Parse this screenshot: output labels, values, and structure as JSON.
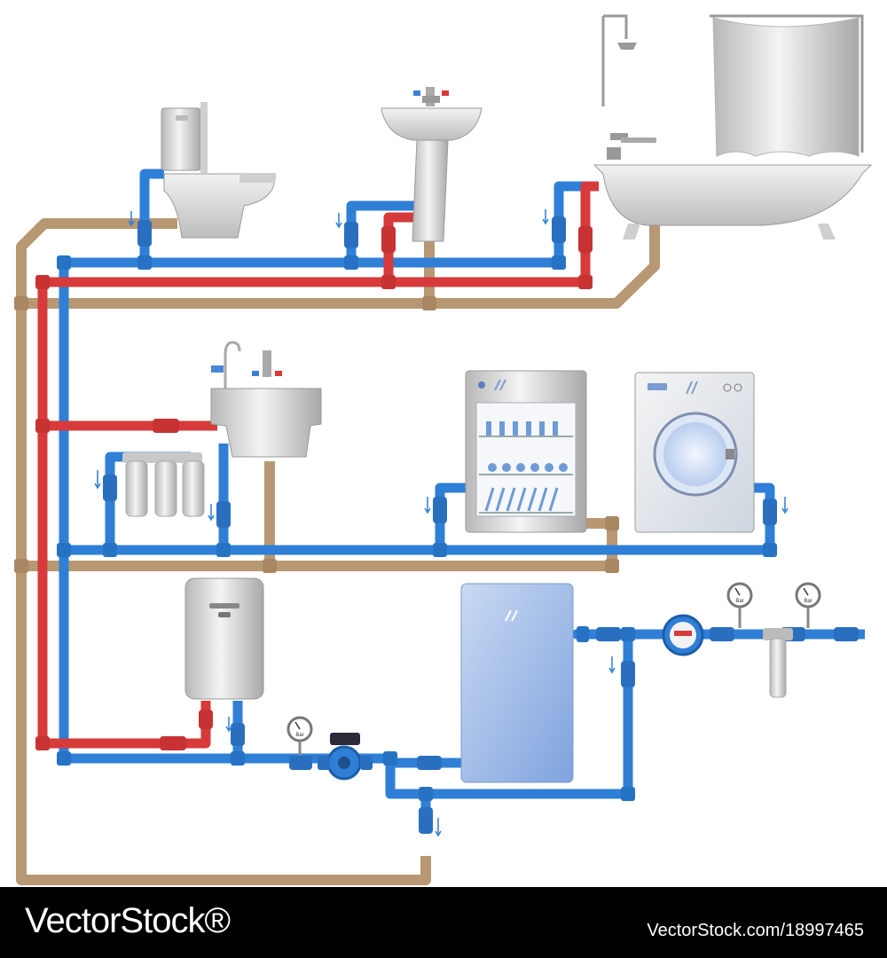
{
  "footer": {
    "brand": "VectorStock®",
    "image_id": "VectorStock.com/18997465"
  },
  "gauge_unit": "Bar",
  "colors": {
    "cold_water": "#2f7fd6",
    "hot_water": "#d63a3a",
    "drain": "#b89872",
    "fixture": "#dcdcdc",
    "tank": "#a9c3ea"
  },
  "icons": {
    "toilet": "toilet-icon",
    "washbasin": "washbasin-icon",
    "bathtub": "bathtub-icon",
    "kitchen_sink": "kitchen-sink-icon",
    "filter": "water-filter-icon",
    "dishwasher": "dishwasher-icon",
    "washing_machine": "washing-machine-icon",
    "water_heater": "water-heater-icon",
    "pump": "circulation-pump-icon",
    "meter": "water-meter-icon",
    "gauge": "pressure-gauge-icon"
  }
}
